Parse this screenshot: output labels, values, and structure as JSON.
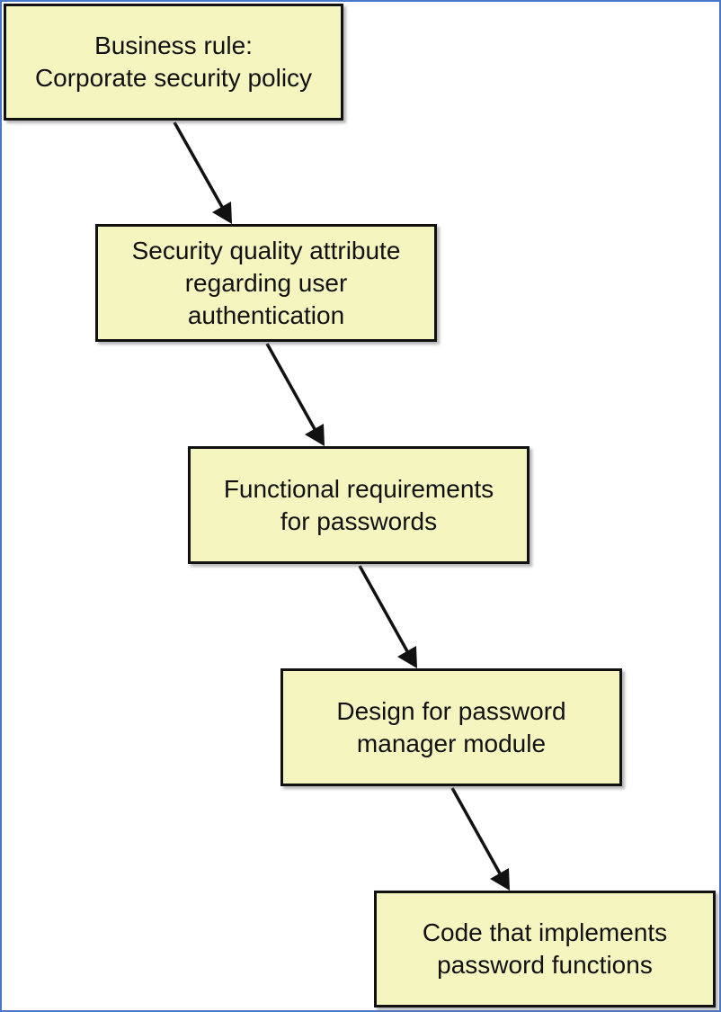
{
  "diagram": {
    "boxes": [
      {
        "id": "business-rule",
        "lines": [
          "Business rule:",
          "Corporate security policy"
        ]
      },
      {
        "id": "security-quality-attribute",
        "lines": [
          "Security quality attribute",
          "regarding user",
          "authentication"
        ]
      },
      {
        "id": "functional-requirements",
        "lines": [
          "Functional requirements",
          "for passwords"
        ]
      },
      {
        "id": "design",
        "lines": [
          "Design for password",
          "manager module"
        ]
      },
      {
        "id": "code",
        "lines": [
          "Code that implements",
          "password functions"
        ]
      }
    ],
    "arrows": [
      {
        "from": "business-rule",
        "to": "security-quality-attribute"
      },
      {
        "from": "security-quality-attribute",
        "to": "functional-requirements"
      },
      {
        "from": "functional-requirements",
        "to": "design"
      },
      {
        "from": "design",
        "to": "code"
      }
    ],
    "colors": {
      "frame_border": "#4a78c8",
      "box_fill": "#f5f5c0",
      "box_border": "#111111",
      "arrow": "#111111"
    }
  }
}
